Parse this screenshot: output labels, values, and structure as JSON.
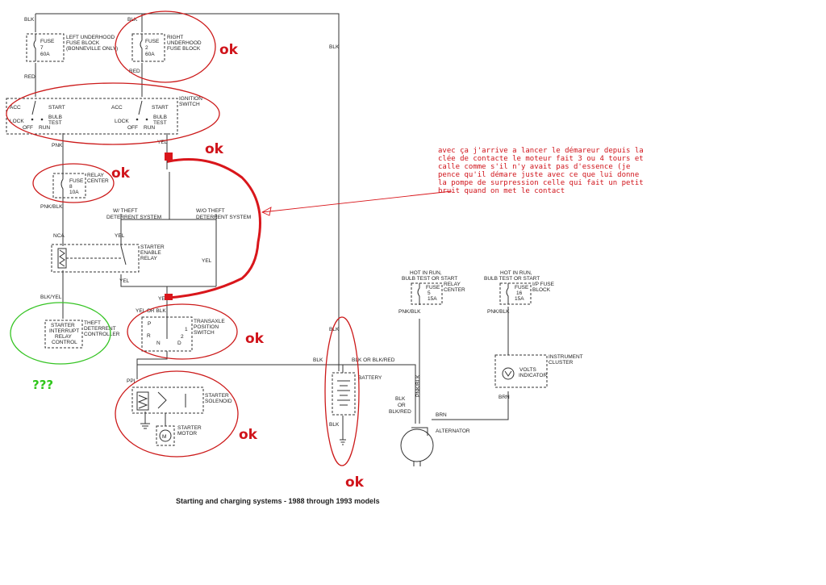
{
  "labels": {
    "blk_top_left": "BLK",
    "blk_top_mid": "BLK",
    "blk_right": "BLK",
    "fuse7_name": "FUSE",
    "fuse7_num": "7",
    "fuse7_amp": "60A",
    "left_block_1": "LEFT UNDERHOOD",
    "left_block_2": "FUSE BLOCK",
    "left_block_3": "(BONNEVILLE ONLY)",
    "fuse2_name": "FUSE",
    "fuse2_num": "2",
    "fuse2_amp": "60A",
    "right_block_1": "RIGHT",
    "right_block_2": "UNDERHOOD",
    "right_block_3": "FUSE BLOCK",
    "red_left": "RED",
    "red_mid": "RED",
    "acc_left": "ACC",
    "start_left": "START",
    "acc_mid": "ACC",
    "start_mid": "START",
    "ign_1": "IGNITION",
    "ign_2": "SWITCH",
    "lock_left": "LOCK",
    "off_left": "OFF",
    "bulb_left": "BULB",
    "test_left": "TEST",
    "run_left": "RUN",
    "lock_mid": "LOCK",
    "off_mid": "OFF",
    "bulb_mid": "BULB",
    "test_mid": "TEST",
    "run_mid": "RUN",
    "pnk": "PNK",
    "yel_top": "YEL",
    "fuse8_name": "FUSE",
    "fuse8_num": "8",
    "fuse8_amp": "10A",
    "relay_center_1": "RELAY",
    "relay_center_2": "CENTER",
    "pnk_blk": "PNK/BLK",
    "w_theft_1": "W/ THEFT",
    "w_theft_2": "DETERRENT SYSTEM",
    "wo_theft_1": "W/O THEFT",
    "wo_theft_2": "DETERRENT SYSTEM",
    "nca": "NCA",
    "yel_relay": "YEL",
    "starter_enable_1": "STARTER",
    "starter_enable_2": "ENABLE",
    "starter_enable_3": "RELAY",
    "yel_right": "YEL",
    "yel_low": "YEL",
    "blk_yel": "BLK/YEL",
    "yel_junction": "YEL",
    "theft_ctrl_1": "STARTER",
    "theft_ctrl_2": "INTERRUPT",
    "theft_ctrl_3": "RELAY",
    "theft_ctrl_4": "CONTROL",
    "theft_ctrl_5": "THEFT",
    "theft_ctrl_6": "DETERRENT",
    "theft_ctrl_7": "CONTROLLER",
    "yel_or_blk": "YEL OR BLK",
    "trans_1": "TRANSAXLE",
    "trans_2": "POSITION",
    "trans_3": "SWITCH",
    "trans_p": "P",
    "trans_r": "R",
    "trans_n": "N",
    "trans_d": "D",
    "trans_1g": "1",
    "trans_2g": "2",
    "blk_bat": "BLK",
    "blk_or_red": "BLK OR BLK/RED",
    "ppl": "PPL",
    "solenoid_1": "STARTER",
    "solenoid_2": "SOLENOID",
    "motor_1": "STARTER",
    "motor_2": "MOTOR",
    "motor_m": "M",
    "battery": "BATTERY",
    "blk_bat_low": "BLK",
    "blk_or_1": "BLK",
    "blk_or_2": "OR",
    "blk_or_3": "BLK/RED",
    "pnk_blk_alt": "PNK/BLK",
    "brn_alt": "BRN",
    "alternator": "ALTERNATOR",
    "hot1_1": "HOT IN RUN,",
    "hot1_2": "BULB TEST OR START",
    "fuse5_name": "FUSE",
    "fuse5_num": "5",
    "fuse5_amp": "15A",
    "relay_center_b1": "RELAY",
    "relay_center_b2": "CENTER",
    "pnk_blk_b": "PNK/BLK",
    "hot2_1": "HOT IN RUN,",
    "hot2_2": "BULB TEST OR START",
    "fuse16_name": "FUSE",
    "fuse16_num": "16",
    "fuse16_amp": "15A",
    "ip_1": "I/P FUSE",
    "ip_2": "BLOCK",
    "pnk_blk_c": "PNK/BLK",
    "volts_1": "VOLTS",
    "volts_2": "INDICATOR",
    "cluster_1": "INSTRUMENT",
    "cluster_2": "CLUSTER",
    "brn_c": "BRN"
  },
  "annotations": {
    "ok_label": "ok",
    "question_marks": "???",
    "note_lines": [
      "avec ça j'arrive a lancer le démareur depuis la",
      "clée de contacte le moteur fait 3 ou 4 tours et",
      "calle comme s'il n'y avait pas d'essence (je",
      "pence qu'il démare juste avec ce que lui donne",
      "la pompe de surpression celle qui fait un petit",
      "bruit quand on met le contact"
    ]
  },
  "caption": "Starting and charging systems - 1988 through 1993 models",
  "colors": {
    "annotation_red": "#d0141b",
    "question_green": "#2fc61b",
    "wire": "#333333"
  }
}
